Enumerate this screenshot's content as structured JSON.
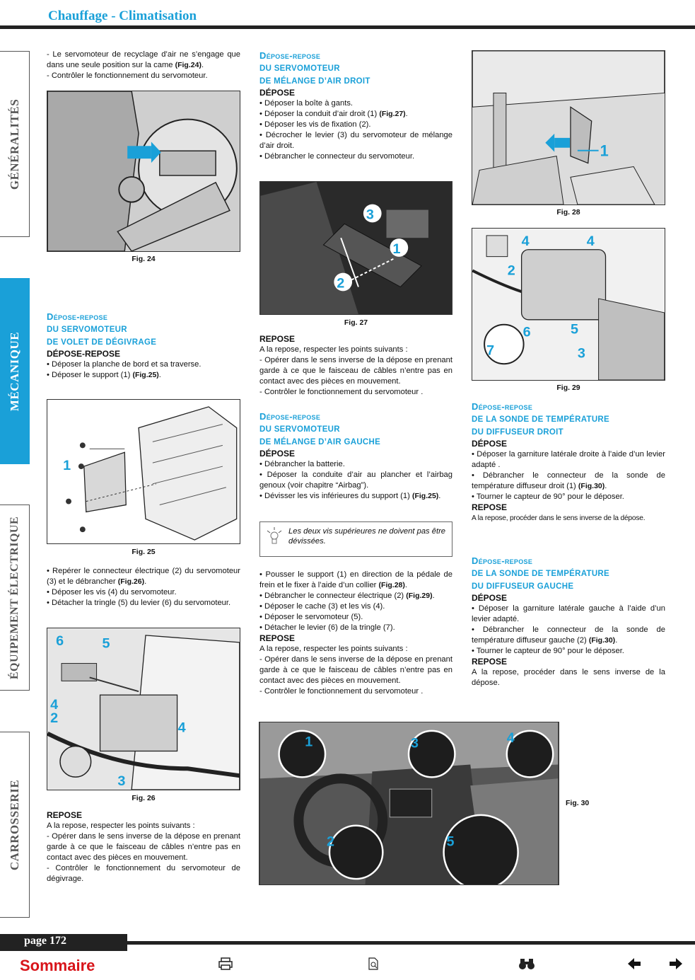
{
  "header": {
    "title": "Chauffage - Climatisation"
  },
  "tabs": [
    {
      "label": "GÉNÉRALITÉS"
    },
    {
      "label": "MÉCANIQUE"
    },
    {
      "label": "ÉQUIPEMENT ÉLECTRIQUE"
    },
    {
      "label": "CARROSSERIE"
    }
  ],
  "col1": {
    "intro1": "- Le servomoteur de recyclage d’air ne s’engage que dans une seule position sur la came ",
    "intro1_ref": "(Fig.24)",
    "intro1_end": ".",
    "intro2": "- Contrôler le fonctionnement du servomoteur.",
    "fig24": "Fig. 24",
    "sec1_l1": "Dépose-repose",
    "sec1_l2": "du servomoteur",
    "sec1_l3": "de volet de dégivrage",
    "sub1": "DÉPOSE-REPOSE",
    "b1": "• Déposer la planche de bord et sa traverse.",
    "b2": "• Déposer le support (1) ",
    "b2_ref": "(Fig.25)",
    "b2_end": ".",
    "fig25": "Fig. 25",
    "p1": "• Repérer le connecteur électrique (2) du servomoteur (3) et le débrancher ",
    "p1_ref": "(Fig.26)",
    "p1_end": ".",
    "p2": "• Déposer les vis (4) du servomoteur.",
    "p3": "• Détacher la tringle (5) du levier (6) du servomoteur.",
    "fig26": "Fig. 26",
    "sub2": "REPOSE",
    "r1": "A la repose, respecter les points suivants :",
    "r2": "- Opérer dans le sens inverse de la dépose en prenant garde à ce que le faisceau de câbles n’entre pas en contact avec des pièces en mouvement.",
    "r3": "- Contrôler le fonctionnement du servomoteur de dégivrage."
  },
  "col2": {
    "sec1_l1": "Dépose-repose",
    "sec1_l2": "du servomoteur",
    "sec1_l3": "de mélange d’air droit",
    "sub1": "DÉPOSE",
    "b1": "• Déposer la boîte à gants.",
    "b2": "• Déposer la conduit d’air droit (1) ",
    "b2_ref": "(Fig.27)",
    "b2_end": ".",
    "b3": "• Déposer les vis de fixation (2).",
    "b4": "• Décrocher le levier (3) du servomoteur de mélange d’air droit.",
    "b5": "• Débrancher le connecteur du servomoteur.",
    "fig27": "Fig. 27",
    "sub2": "REPOSE",
    "r1": "A la repose, respecter les points suivants :",
    "r2": "- Opérer dans le sens inverse de la dépose en prenant garde à ce que le faisceau de câbles n’entre pas en contact avec des pièces en mouvement.",
    "r3": "- Contrôler le fonctionnement du servomoteur .",
    "sec2_l1": "Dépose-repose",
    "sec2_l2": "du servomoteur",
    "sec2_l3": "de mélange d’air gauche",
    "sub3": "DÉPOSE",
    "c1": "• Débrancher la batterie.",
    "c2": "• Déposer la conduite d’air au plancher et l’airbag genoux (voir chapitre “Airbag”).",
    "c3": "• Dévisser les vis inférieures du support (1) ",
    "c3_ref": "(Fig.25)",
    "c3_end": ".",
    "note": "Les deux vis supérieures ne doivent pas être dévissées.",
    "d1": "• Pousser le support (1) en direction de la pédale de frein et le fixer à l’aide d’un collier ",
    "d1_ref": "(Fig.28)",
    "d1_end": ".",
    "d2": "• Débrancher le connecteur électrique (2) ",
    "d2_ref": "(Fig.29)",
    "d2_end": ".",
    "d3": "• Déposer le cache (3) et les vis (4).",
    "d4": "• Déposer le servomoteur (5).",
    "d5": "• Détacher le levier (6) de la tringle (7).",
    "sub4": "REPOSE",
    "e1": "A la repose, respecter les points suivants :",
    "e2": "- Opérer dans le sens inverse de la dépose en prenant garde à ce que le faisceau de câbles n’entre pas en contact avec des pièces en mouvement.",
    "e3": "- Contrôler le fonctionnement du servomoteur ."
  },
  "col3": {
    "fig28": "Fig. 28",
    "fig29": "Fig. 29",
    "sec1_l1": "Dépose-repose",
    "sec1_l2": "de la sonde de température",
    "sec1_l3": "du diffuseur droit",
    "sub1": "DÉPOSE",
    "b1": "• Déposer la garniture latérale droite à l’aide d’un levier adapté .",
    "b2": "• Débrancher le connecteur de la sonde de température diffuseur droit (1) ",
    "b2_ref": "(Fig.30)",
    "b2_end": ".",
    "b3": "• Tourner le capteur de 90° pour le déposer.",
    "sub2": "REPOSE",
    "r1": "A la repose, procéder dans le sens inverse de la dépose.",
    "sec2_l1": "Dépose-repose",
    "sec2_l2": "de la sonde de température",
    "sec2_l3": "du diffuseur gauche",
    "sub3": "DÉPOSE",
    "c1": "• Déposer la garniture latérale gauche à l’aide d’un levier adapté.",
    "c2": "• Débrancher le connecteur de la sonde de température diffuseur gauche (2) ",
    "c2_ref": "(Fig.30)",
    "c2_end": ".",
    "c3": "• Tourner le capteur de 90° pour le déposer.",
    "sub4": "REPOSE",
    "e1": "A la repose, procéder dans le sens inverse de la dépose.",
    "fig30": "Fig. 30"
  },
  "callouts": {
    "fig25": [
      "1"
    ],
    "fig26": [
      "6",
      "5",
      "4",
      "2",
      "4",
      "3"
    ],
    "fig27": [
      "3",
      "1",
      "2"
    ],
    "fig28": [
      "1"
    ],
    "fig29": [
      "4",
      "4",
      "2",
      "6",
      "5",
      "7",
      "3"
    ],
    "fig30": [
      "1",
      "3",
      "4",
      "2",
      "5"
    ]
  },
  "footer": {
    "page": "page 172",
    "sommaire": "Sommaire",
    "icons": [
      "printer-icon",
      "document-icon",
      "binoculars-icon",
      "arrow-left-icon",
      "arrow-right-icon"
    ]
  },
  "colors": {
    "accent": "#1aa0d8",
    "sommaire": "#d8141a",
    "dark": "#222222"
  }
}
